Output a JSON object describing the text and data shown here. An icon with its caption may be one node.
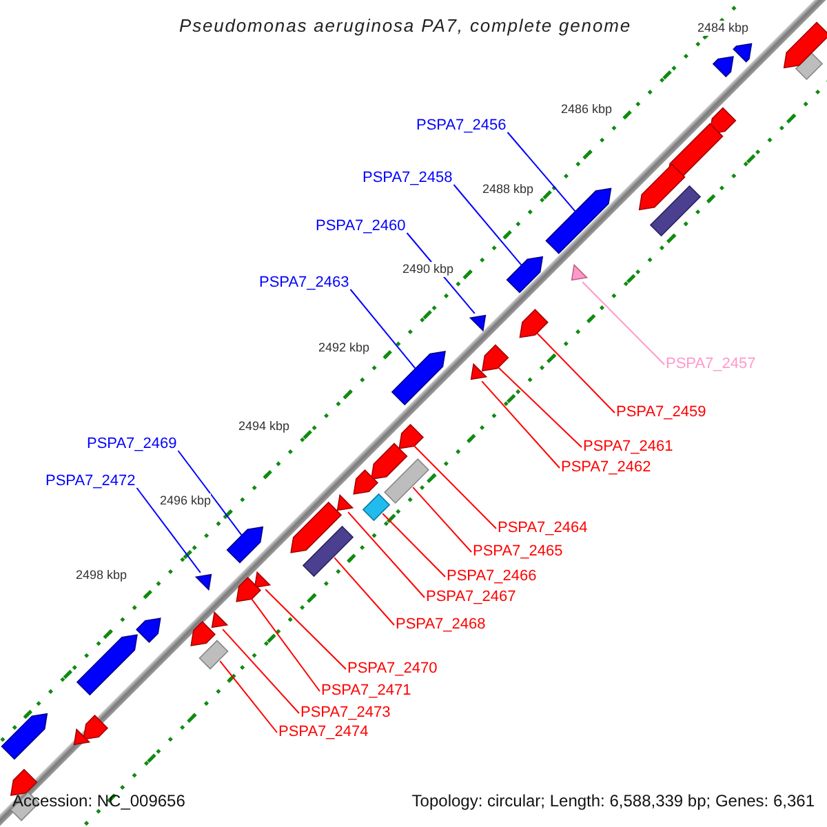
{
  "diagram": {
    "title": "Pseudomonas aeruginosa PA7, complete genome",
    "nodes": [
      {
        "text": [
          "PSPA7_2456"
        ]
      },
      {
        "text": [
          "PSPA7_2458"
        ]
      },
      {
        "text": [
          "PSPA7_2460"
        ]
      },
      {
        "text": [
          "PSPA7_2463"
        ]
      },
      {
        "text": [
          "PSPA7_2457"
        ]
      },
      {
        "text": [
          "PSPA7_2459"
        ]
      },
      {
        "text": [
          "PSPA7_2469"
        ]
      },
      {
        "text": [
          "PSPA7_2461"
        ]
      },
      {
        "text": [
          "PSPA7_2462"
        ]
      },
      {
        "text": [
          "PSPA7_2472"
        ]
      },
      {
        "text": [
          "PSPA7_2464"
        ]
      },
      {
        "text": [
          "PSPA7_2465"
        ]
      },
      {
        "text": [
          "PSPA7_2466"
        ]
      },
      {
        "text": [
          "PSPA7_2467"
        ]
      },
      {
        "text": [
          "PSPA7_2468"
        ]
      },
      {
        "text": [
          "PSPA7_2470"
        ]
      },
      {
        "text": [
          "PSPA7_2471"
        ]
      },
      {
        "text": [
          "PSPA7_2473"
        ]
      },
      {
        "text": [
          "PSPA7_2474"
        ]
      },
      {
        "text": [],
        "shape": "box"
      },
      {
        "text": [],
        "shape": "arrow"
      },
      {
        "text": [],
        "shape": "arrow"
      },
      {
        "text": [],
        "shape": "arrow"
      },
      {
        "text": [],
        "shape": "arrow"
      },
      {
        "text": [],
        "shape": "arrow"
      },
      {
        "text": [],
        "shape": "arrow"
      },
      {
        "text": [],
        "shape": "box"
      },
      {
        "text": [],
        "shape": "arrow"
      },
      {
        "text": [],
        "shape": "arrow"
      },
      {
        "text": [],
        "shape": "triangle"
      },
      {
        "text": [],
        "shape": "triangle"
      },
      {
        "text": [],
        "shape": "arrow"
      },
      {
        "text": [],
        "shape": "arrow"
      },
      {
        "text": [],
        "shape": "arrow"
      },
      {
        "text": [],
        "shape": "triangle"
      },
      {
        "text": [],
        "shape": "arrow"
      },
      {
        "text": [],
        "shape": "arrow"
      },
      {
        "text": [],
        "shape": "arrow"
      },
      {
        "text": [],
        "shape": "box"
      },
      {
        "text": [],
        "shape": "triangle"
      },
      {
        "text": [],
        "shape": "box"
      },
      {
        "text": [],
        "shape": "arrow"
      },
      {
        "text": [],
        "shape": "arrow"
      },
      {
        "text": [],
        "shape": "box"
      },
      {
        "text": [],
        "shape": "triangle"
      },
      {
        "text": [],
        "shape": "triangle"
      },
      {
        "text": [],
        "shape": "arrow"
      },
      {
        "text": [],
        "shape": "triangle"
      },
      {
        "text": [],
        "shape": "arrow"
      },
      {
        "text": [],
        "shape": "arrow"
      },
      {
        "text": [],
        "shape": "box"
      },
      {
        "text": [],
        "shape": "arrow"
      },
      {
        "text": [],
        "shape": "arrow"
      },
      {
        "text": [],
        "shape": "arrow"
      },
      {
        "text": [],
        "shape": "triangle"
      },
      {
        "text": [],
        "shape": "arrow"
      },
      {
        "text": [],
        "shape": "box"
      }
    ],
    "edges": [
      {
        "from": 0,
        "to": 27,
        "arrow": "none",
        "color": "#0000ff"
      },
      {
        "from": 1,
        "to": 28,
        "arrow": "none",
        "color": "#0000ff"
      },
      {
        "from": 2,
        "to": 30,
        "arrow": "none",
        "color": "#0000ff"
      },
      {
        "from": 3,
        "to": 33,
        "arrow": "none",
        "color": "#0000ff"
      },
      {
        "from": 4,
        "to": 29,
        "arrow": "none",
        "color": "#ff99cc"
      },
      {
        "from": 5,
        "to": 31,
        "arrow": "none"
      },
      {
        "from": 6,
        "to": 42,
        "arrow": "none",
        "color": "#0000ff"
      },
      {
        "from": 7,
        "to": 32,
        "arrow": "none"
      },
      {
        "from": 8,
        "to": 34,
        "arrow": "none"
      },
      {
        "from": 9,
        "to": 44,
        "arrow": "none",
        "color": "#0000ff"
      },
      {
        "from": 10,
        "to": 35,
        "arrow": "none"
      },
      {
        "from": 11,
        "to": 38,
        "arrow": "none"
      },
      {
        "from": 12,
        "to": 40,
        "arrow": "none"
      },
      {
        "from": 13,
        "to": 39,
        "arrow": "none"
      },
      {
        "from": 14,
        "to": 43,
        "arrow": "none"
      },
      {
        "from": 15,
        "to": 45,
        "arrow": "none"
      },
      {
        "from": 16,
        "to": 46,
        "arrow": "none"
      },
      {
        "from": 17,
        "to": 47,
        "arrow": "none"
      },
      {
        "from": 18,
        "to": 50,
        "arrow": "none"
      }
    ],
    "labels": [
      "2484 kbp",
      "2486 kbp",
      "2488 kbp",
      "2490 kbp",
      "2492 kbp",
      "2494 kbp",
      "2496 kbp",
      "2498 kbp",
      "Accession: NC_009656",
      "Topology: circular; Length: 6,588,339 bp; Genes: 6,361"
    ]
  }
}
